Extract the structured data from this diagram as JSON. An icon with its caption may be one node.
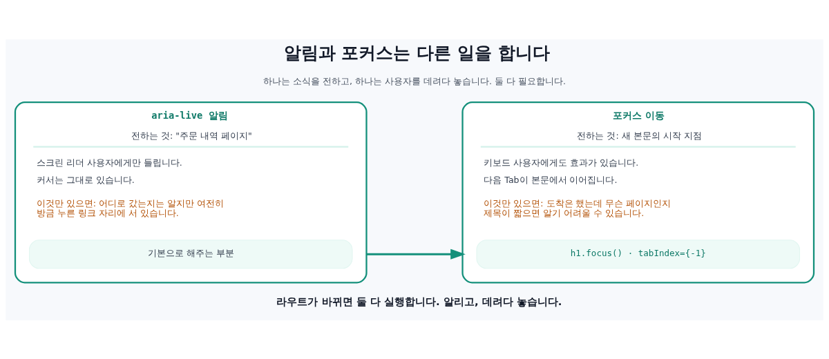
{
  "diagram": {
    "title": "알림과 포커스는 다른 일을 합니다",
    "caption": "라우트가 바뀌면 둘 다 실행합니다. 알리고, 데려다 놓습니다.",
    "nodes": [
      {
        "text": [
          "aria-live 알림",
          "전하는 것: \"주문 내역 페이지\"",
          "스크린 리더 사용자에게만 들립니다.",
          "커서는 그대로 있습니다.",
          "이것만 있으면: 어디로 갔는지는 알지만 여전히 방금 누른 링크 자리에 서 있습니다."
        ]
      },
      {
        "text": [
          "기본으로 해주는 부분"
        ],
        "in": 0
      },
      {
        "text": [
          "포커스 이동",
          "전하는 것: 새 본문의 시작 지점",
          "키보드 사용자에게도 효과가 있습니다.",
          "다음 Tab이 본문에서 이어집니다.",
          "이것만 있으면: 도착은 했는데 무슨 페이지인지 제목이 짧으면 알기 어려울 수 있습니다."
        ]
      },
      {
        "text": [
          "h1.focus() · tabIndex={-1}"
        ],
        "in": 2
      }
    ],
    "edges": [
      {
        "from": 0,
        "to": 2,
        "arrow": "to"
      }
    ],
    "labels": [
      "하나는 소식을 전하고, 하나는 사용자를 데려다 놓습니다. 둘 다 필요합니다."
    ]
  }
}
